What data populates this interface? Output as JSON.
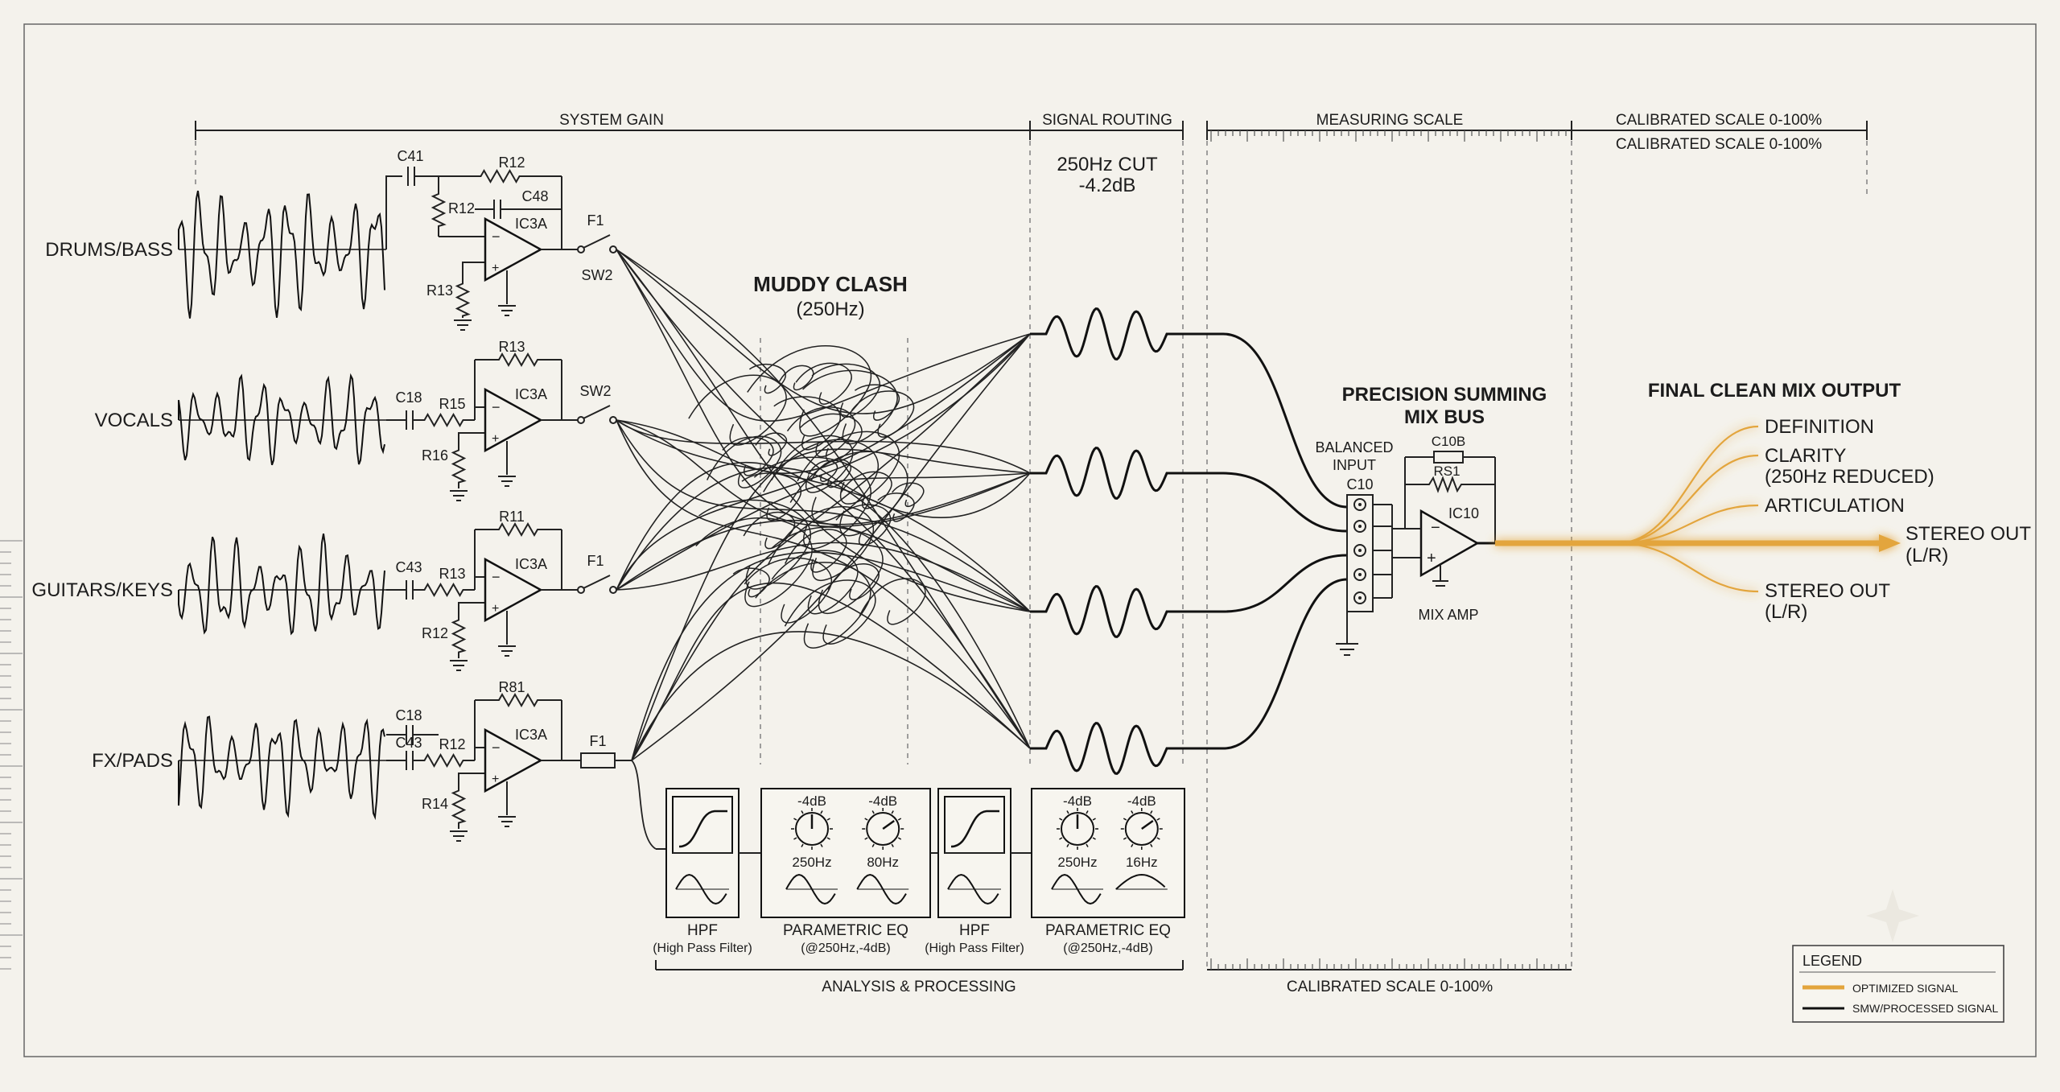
{
  "sections": {
    "system_gain": "SYSTEM GAIN",
    "signal_routing": "SIGNAL ROUTING",
    "measuring_scale": "MEASURING SCALE",
    "calibrated_top_1": "CALIBRATED SCALE 0-100%",
    "calibrated_top_2": "CALIBRATED SCALE 0-100%",
    "calibrated_bottom": "CALIBRATED SCALE 0-100%",
    "analysis": "ANALYSIS & PROCESSING"
  },
  "inputs": [
    {
      "label": "DRUMS/BASS",
      "cap": "C41",
      "r_fb": "R12",
      "r_in": "R12",
      "cap2": "C48",
      "r_gnd": "R13",
      "ic": "IC3A",
      "sw_top": "F1",
      "sw_bottom": "SW2"
    },
    {
      "label": "VOCALS",
      "cap": "C18",
      "r_fb": "R13",
      "r_in": "R15",
      "cap2": "",
      "r_gnd": "R16",
      "ic": "IC3A",
      "sw_top": "SW2",
      "sw_bottom": ""
    },
    {
      "label": "GUITARS/KEYS",
      "cap": "C43",
      "r_fb": "R11",
      "r_in": "R13",
      "cap2": "",
      "r_gnd": "R12",
      "ic": "IC3A",
      "sw_top": "F1",
      "sw_bottom": ""
    },
    {
      "label": "FX/PADS",
      "cap": "C18",
      "r_fb": "R81",
      "r_in": "R12",
      "cap2": "C43",
      "r_gnd": "R14",
      "ic": "IC3A",
      "sw_top": "F1",
      "sw_bottom": ""
    }
  ],
  "muddy": {
    "line1": "MUDDY CLASH",
    "line2": "(250Hz)"
  },
  "cut": {
    "line1": "250Hz CUT",
    "line2": "-4.2dB"
  },
  "processing": [
    {
      "type": "filter",
      "label1": "HPF",
      "label2": "(High Pass Filter)"
    },
    {
      "type": "eq",
      "label1": "PARAMETRIC EQ",
      "label2": "(@250Hz,-4dB)",
      "knobs": [
        {
          "db": "-4dB",
          "freq": "250Hz"
        },
        {
          "db": "-4dB",
          "freq": "80Hz"
        }
      ]
    },
    {
      "type": "filter",
      "label1": "HPF",
      "label2": "(High Pass Filter)"
    },
    {
      "type": "eq",
      "label1": "PARAMETRIC EQ",
      "label2": "(@250Hz,-4dB)",
      "knobs": [
        {
          "db": "-4dB",
          "freq": "250Hz"
        },
        {
          "db": "-4dB",
          "freq": "16Hz"
        }
      ]
    }
  ],
  "summing": {
    "title1": "PRECISION SUMMING",
    "title2": "MIX BUS",
    "balanced1": "BALANCED",
    "balanced2": "INPUT",
    "c10": "C10",
    "c10b": "C10B",
    "rs1": "RS1",
    "ic": "IC10",
    "amp": "MIX AMP"
  },
  "output": {
    "title": "FINAL CLEAN MIX OUTPUT",
    "definition": "DEFINITION",
    "clarity1": "CLARITY",
    "clarity2": "(250Hz REDUCED)",
    "articulation": "ARTICULATION",
    "stereo1": "STEREO OUT",
    "stereo2": "(L/R)",
    "stereo_b1": "STEREO OUT",
    "stereo_b2": "(L/R)"
  },
  "legend": {
    "title": "LEGEND",
    "items": [
      {
        "label": "OPTIMIZED SIGNAL",
        "color": "#e3a53c"
      },
      {
        "label": "SMW/PROCESSED SIGNAL",
        "color": "#111111"
      }
    ]
  },
  "colors": {
    "background": "#f4f2ec",
    "ink": "#111111",
    "accent": "#e3a53c"
  }
}
